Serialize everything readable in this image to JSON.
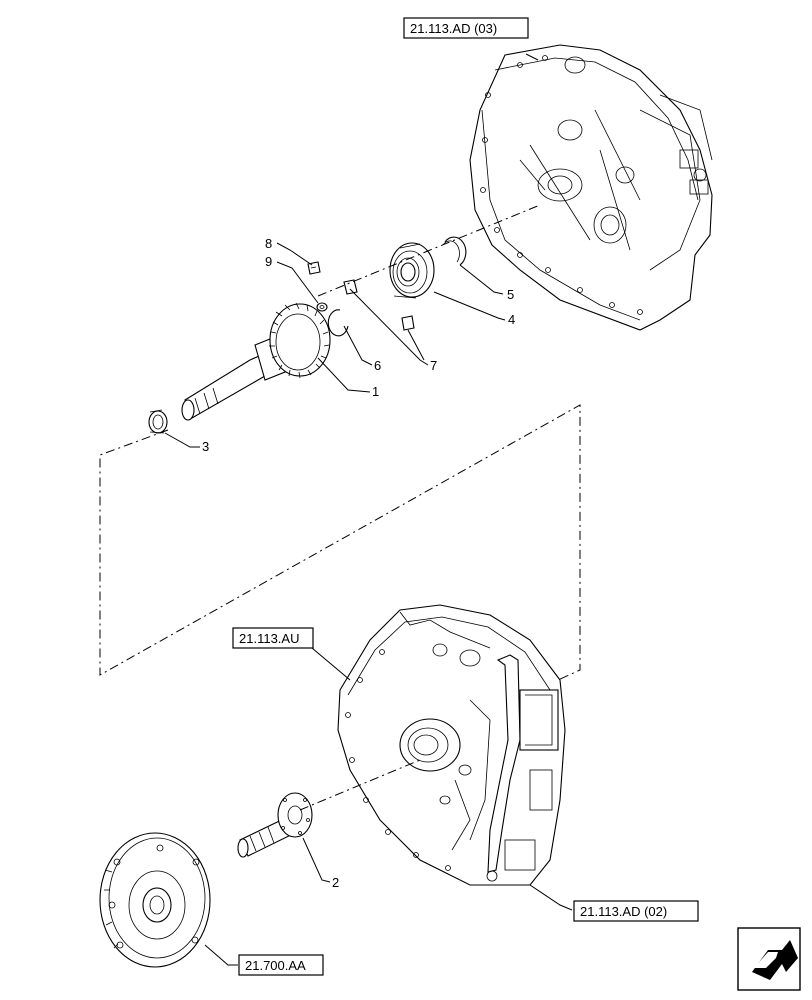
{
  "references": {
    "top_housing": "21.113.AD (03)",
    "converter_housing": "21.113.AU",
    "bottom_housing": "21.113.AD (02)",
    "torque_converter": "21.700.AA"
  },
  "callouts": {
    "c1": "1",
    "c2": "2",
    "c3": "3",
    "c4": "4",
    "c5": "5",
    "c6": "6",
    "c7": "7",
    "c8": "8",
    "c9": "9"
  },
  "icons": {
    "nav": "next-page-arrow-icon"
  }
}
